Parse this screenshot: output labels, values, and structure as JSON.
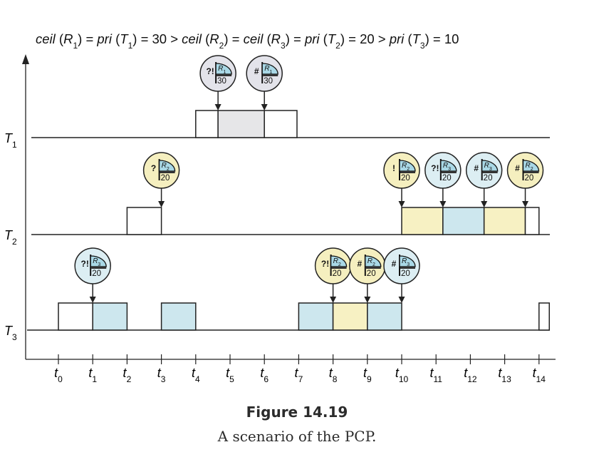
{
  "header": {
    "formula": [
      {
        "t": "ceil",
        "it": true
      },
      {
        "t": " ("
      },
      {
        "t": "R",
        "it": true
      },
      {
        "sub": "1"
      },
      {
        "t": ") = "
      },
      {
        "t": "pri",
        "it": true
      },
      {
        "t": " ("
      },
      {
        "t": "T",
        "it": true
      },
      {
        "sub": "1"
      },
      {
        "t": ") = 30 > "
      },
      {
        "t": "ceil",
        "it": true
      },
      {
        "t": " ("
      },
      {
        "t": "R",
        "it": true
      },
      {
        "sub": "2"
      },
      {
        "t": ") = "
      },
      {
        "t": "ceil",
        "it": true
      },
      {
        "t": " ("
      },
      {
        "t": "R",
        "it": true
      },
      {
        "sub": "3"
      },
      {
        "t": ") = "
      },
      {
        "t": "pri",
        "it": true
      },
      {
        "t": " ("
      },
      {
        "t": "T",
        "it": true
      },
      {
        "sub": "2"
      },
      {
        "t": ") = 20 > "
      },
      {
        "t": "pri",
        "it": true
      },
      {
        "t": " ("
      },
      {
        "t": "T",
        "it": true
      },
      {
        "sub": "3"
      },
      {
        "t": ") = 10"
      }
    ]
  },
  "colors": {
    "blue": "#cde7ee",
    "yellow": "#f7f1c3",
    "gray": "#e6e6e8",
    "white": "#ffffff",
    "icon_gray": "#e3e3ea",
    "icon_blue": "#dceef3",
    "icon_yellow": "#f5efbf",
    "resource_fill": "#a9d8e6",
    "line": "#222222"
  },
  "time_axis": {
    "ticks": [
      {
        "base": "t",
        "sub": "0"
      },
      {
        "base": "t",
        "sub": "1"
      },
      {
        "base": "t",
        "sub": "2"
      },
      {
        "base": "t",
        "sub": "3"
      },
      {
        "base": "t",
        "sub": "4"
      },
      {
        "base": "t",
        "sub": "5"
      },
      {
        "base": "t",
        "sub": "6"
      },
      {
        "base": "t",
        "sub": "7"
      },
      {
        "base": "t",
        "sub": "8"
      },
      {
        "base": "t",
        "sub": "9"
      },
      {
        "base": "t",
        "sub": "10"
      },
      {
        "base": "t",
        "sub": "11"
      },
      {
        "base": "t",
        "sub": "12"
      },
      {
        "base": "t",
        "sub": "13"
      },
      {
        "base": "t",
        "sub": "14"
      }
    ]
  },
  "tasks": [
    {
      "base": "T",
      "sub": "1",
      "segments": [
        {
          "start": 4,
          "end": 4.65,
          "color": "white"
        },
        {
          "start": 4.65,
          "end": 6,
          "color": "gray"
        },
        {
          "start": 6,
          "end": 6.95,
          "color": "white"
        }
      ],
      "events": [
        {
          "time": 4.65,
          "symbol": "?!",
          "resource": "1",
          "ceiling": "30",
          "bg": "icon_gray"
        },
        {
          "time": 6,
          "symbol": "#",
          "resource": "1",
          "ceiling": "30",
          "bg": "icon_gray"
        }
      ]
    },
    {
      "base": "T",
      "sub": "2",
      "segments": [
        {
          "start": 2,
          "end": 3,
          "color": "white"
        },
        {
          "start": 10,
          "end": 11.2,
          "color": "yellow"
        },
        {
          "start": 11.2,
          "end": 12.4,
          "color": "blue"
        },
        {
          "start": 12.4,
          "end": 13.6,
          "color": "yellow"
        },
        {
          "start": 13.6,
          "end": 14,
          "color": "white"
        }
      ],
      "events": [
        {
          "time": 3,
          "symbol": "?",
          "resource": "2",
          "ceiling": "20",
          "bg": "icon_yellow"
        },
        {
          "time": 10,
          "symbol": "!",
          "resource": "2",
          "ceiling": "20",
          "bg": "icon_yellow"
        },
        {
          "time": 11.2,
          "symbol": "?!",
          "resource": "3",
          "ceiling": "20",
          "bg": "icon_blue"
        },
        {
          "time": 12.4,
          "symbol": "#",
          "resource": "3",
          "ceiling": "20",
          "bg": "icon_blue"
        },
        {
          "time": 13.6,
          "symbol": "#",
          "resource": "2",
          "ceiling": "20",
          "bg": "icon_yellow"
        }
      ]
    },
    {
      "base": "T",
      "sub": "3",
      "segments": [
        {
          "start": 0,
          "end": 1,
          "color": "white"
        },
        {
          "start": 1,
          "end": 2,
          "color": "blue"
        },
        {
          "start": 3,
          "end": 4,
          "color": "blue"
        },
        {
          "start": 7,
          "end": 8,
          "color": "blue"
        },
        {
          "start": 8,
          "end": 9,
          "color": "yellow"
        },
        {
          "start": 9,
          "end": 10,
          "color": "blue"
        },
        {
          "start": 14,
          "end": 14.3,
          "color": "white"
        }
      ],
      "events": [
        {
          "time": 1,
          "symbol": "?!",
          "resource": "3",
          "ceiling": "20",
          "bg": "icon_blue"
        },
        {
          "time": 8,
          "symbol": "?!",
          "resource": "2",
          "ceiling": "20",
          "bg": "icon_yellow"
        },
        {
          "time": 9,
          "symbol": "#",
          "resource": "2",
          "ceiling": "20",
          "bg": "icon_yellow"
        },
        {
          "time": 10,
          "symbol": "#",
          "resource": "3",
          "ceiling": "20",
          "bg": "icon_blue"
        }
      ]
    }
  ],
  "caption": {
    "title": "Figure 14.19",
    "text": "A scenario of the PCP."
  }
}
